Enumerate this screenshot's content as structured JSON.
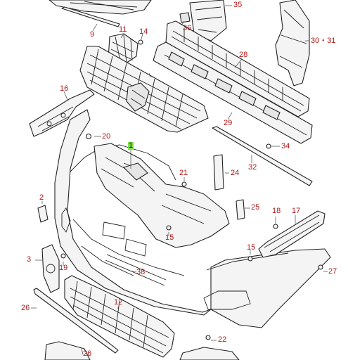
{
  "diagram": {
    "callouts": {
      "c1": "1",
      "c2": "2",
      "c3": "3",
      "c9": "9",
      "c11": "11",
      "c12": "12",
      "c14": "14",
      "c15a": "15",
      "c15b": "15",
      "c16": "16",
      "c17": "17",
      "c18": "18",
      "c19": "19",
      "c20": "20",
      "c21": "21",
      "c22": "22",
      "c24": "24",
      "c25": "25",
      "c26a": "26",
      "c26b": "26",
      "c27": "27",
      "c28": "28",
      "c29": "29",
      "c30": "30・31",
      "c32": "32",
      "c34": "34",
      "c35": "35",
      "c36": "36",
      "c38": "38"
    },
    "colors": {
      "callout_text": "#b01818",
      "highlight": "#7fe04a",
      "line": "#222222"
    }
  }
}
